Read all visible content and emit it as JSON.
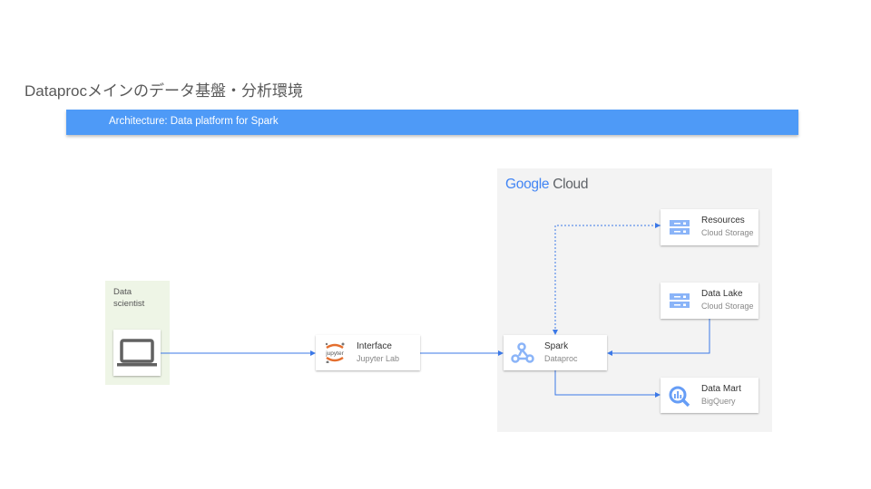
{
  "title": "Dataprocメインのデータ基盤・分析環境",
  "banner": "Architecture: Data platform for Spark",
  "cloud": {
    "logo_google": "Google",
    "logo_cloud": "Cloud"
  },
  "user": {
    "label_line1": "Data",
    "label_line2": "scientist"
  },
  "nodes": {
    "interface": {
      "title": "Interface",
      "subtitle": "Jupyter Lab",
      "icon_text": "jupyter"
    },
    "spark": {
      "title": "Spark",
      "subtitle": "Dataproc"
    },
    "resources": {
      "title": "Resources",
      "subtitle": "Cloud Storage"
    },
    "datalake": {
      "title": "Data Lake",
      "subtitle": "Cloud Storage"
    },
    "datamart": {
      "title": "Data Mart",
      "subtitle": "BigQuery"
    }
  },
  "colors": {
    "accent": "#4e9af7",
    "line": "#3b78e7",
    "jupyter": "#e46e2e"
  }
}
